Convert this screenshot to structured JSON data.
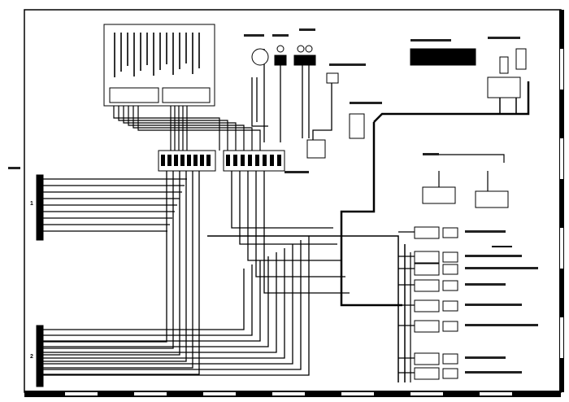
{
  "diagram": {
    "type": "wiring-diagram",
    "left_connector_labels": [
      "1",
      "2"
    ],
    "colors": {
      "ink": "#000000",
      "paper": "#ffffff"
    }
  }
}
